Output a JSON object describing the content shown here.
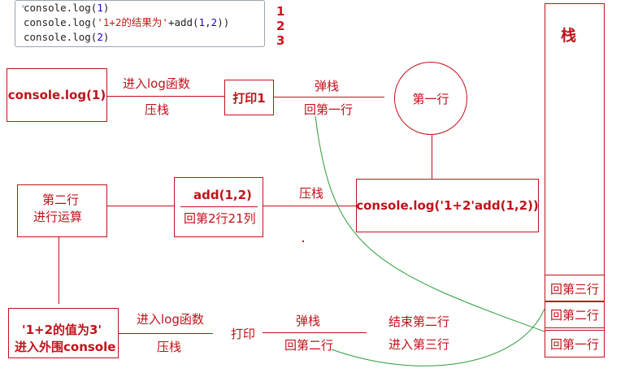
{
  "console": {
    "lines": [
      {
        "prefix": "console.log(",
        "arg": "1",
        "suffix": ")"
      },
      {
        "prefix": "console.log(",
        "str": "'1+2的结果为'",
        "mid": "+add(",
        "a": "1",
        "comma": ",",
        "b": "2",
        "suffix": "))"
      },
      {
        "prefix": "console.log(",
        "arg": "2",
        "suffix": ")"
      }
    ],
    "outputs": [
      "1",
      "2",
      "3"
    ]
  },
  "stack": {
    "title": "栈",
    "slots": [
      "回第三行",
      "回第二行",
      "回第一行"
    ]
  },
  "row1": {
    "box_console": "console.log(1)",
    "edge_top": "进入log函数",
    "edge_bottom": "压栈",
    "box_print": "打印1",
    "pop_top": "弹栈",
    "pop_bottom": "回第一行",
    "circle": "第一行"
  },
  "row2": {
    "box_calc_line1": "第二行",
    "box_calc_line2": "进行运算",
    "box_add_top": "add(1,2)",
    "box_add_bottom": "回第2行21列",
    "edge_push": "压栈",
    "box_console": "console.log('1+2'add(1,2))"
  },
  "row3": {
    "box_line1": "'1+2的值为3'",
    "box_line2": "进入外围console",
    "edge_top": "进入log函数",
    "edge_bottom": "压栈",
    "print": "打印",
    "pop_top": "弹栈",
    "pop_bottom": "回第二行",
    "end_top": "结束第二行",
    "end_bottom": "进入第三行"
  },
  "colors": {
    "accent": "#c0121b",
    "connector": "#2e9e3a"
  }
}
